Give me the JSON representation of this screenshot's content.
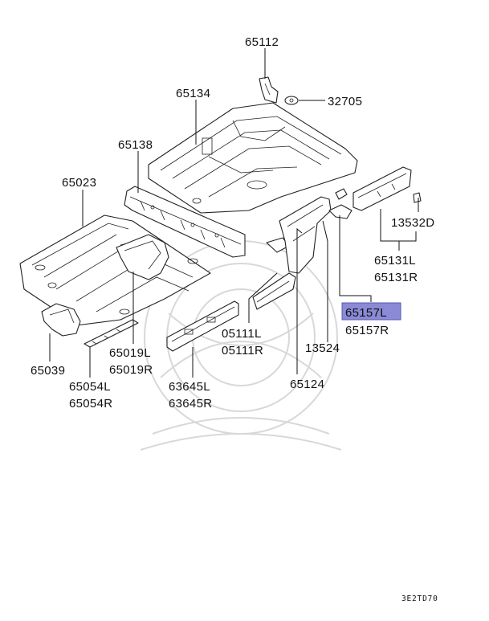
{
  "labels": {
    "p65112": "65112",
    "p65134": "65134",
    "p32705": "32705",
    "p65138": "65138",
    "p65023": "65023",
    "p13532D": "13532D",
    "p65131L": "65131L",
    "p65131R": "65131R",
    "p65157L": "65157L",
    "p65157R": "65157R",
    "p65039": "65039",
    "p65054L": "65054L",
    "p65054R": "65054R",
    "p65019L": "65019L",
    "p65019R": "65019R",
    "p63645L": "63645L",
    "p63645R": "63645R",
    "p05111L": "05111L",
    "p05111R": "05111R",
    "p13524": "13524",
    "p65124": "65124"
  },
  "diagram_code": "3E2TD70",
  "highlight_color": "#8a8ad6"
}
